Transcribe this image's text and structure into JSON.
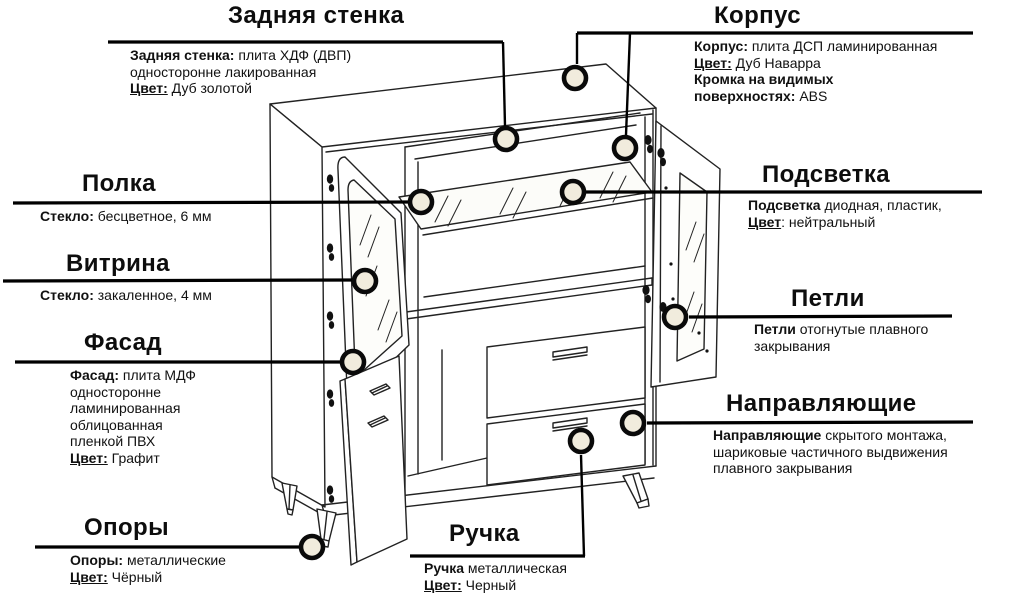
{
  "colors": {
    "background": "#ffffff",
    "line": "#222222",
    "leader": "#000000",
    "callout_fill": "#f1ecdd",
    "hinge": "#111111"
  },
  "labels": [
    {
      "id": "back-wall",
      "title": "Задняя стенка",
      "desc": [
        [
          {
            "t": "Задняя стенка:",
            "b": 1
          },
          {
            "t": " плита ХДФ (ДВП)"
          }
        ],
        [
          {
            "t": "односторонне лакированная"
          }
        ],
        [
          {
            "t": "Цвет:",
            "b": 1,
            "u": 1
          },
          {
            "t": "  Дуб золотой"
          }
        ]
      ]
    },
    {
      "id": "body",
      "title": "Корпус",
      "desc": [
        [
          {
            "t": "Корпус:",
            "b": 1
          },
          {
            "t": " плита ДСП ламинированная"
          }
        ],
        [
          {
            "t": "Цвет:",
            "b": 1,
            "u": 1
          },
          {
            "t": " Дуб Наварра"
          }
        ],
        [
          {
            "t": "Кромка на видимых",
            "b": 1
          }
        ],
        [
          {
            "t": "поверхностях:",
            "b": 1
          },
          {
            "t": " ABS"
          }
        ]
      ]
    },
    {
      "id": "shelf",
      "title": "Полка",
      "desc": [
        [
          {
            "t": "Стекло:",
            "b": 1
          },
          {
            "t": " бесцветное, 6 мм"
          }
        ]
      ]
    },
    {
      "id": "lighting",
      "title": "Подсветка",
      "desc": [
        [
          {
            "t": "Подсветка",
            "b": 1
          },
          {
            "t": " диодная, пластик,"
          }
        ],
        [
          {
            "t": "Цвет",
            "b": 1,
            "u": 1
          },
          {
            "t": ": нейтральный"
          }
        ]
      ]
    },
    {
      "id": "vitrine",
      "title": "Витрина",
      "desc": [
        [
          {
            "t": "Стекло:",
            "b": 1
          },
          {
            "t": " закаленное, 4 мм"
          }
        ]
      ]
    },
    {
      "id": "hinges",
      "title": "Петли",
      "desc": [
        [
          {
            "t": "Петли",
            "b": 1
          },
          {
            "t": "  отогнутые плавного"
          }
        ],
        [
          {
            "t": "закрывания"
          }
        ]
      ]
    },
    {
      "id": "facade",
      "title": "Фасад",
      "desc": [
        [
          {
            "t": "Фасад:",
            "b": 1
          },
          {
            "t": " плита МДФ"
          }
        ],
        [
          {
            "t": "односторонне"
          }
        ],
        [
          {
            "t": "ламинированная"
          }
        ],
        [
          {
            "t": "облицованная"
          }
        ],
        [
          {
            "t": "пленкой ПВХ"
          }
        ],
        [
          {
            "t": "Цвет:",
            "b": 1,
            "u": 1
          },
          {
            "t": "  Графит"
          }
        ]
      ]
    },
    {
      "id": "slides",
      "title": "Направляющие",
      "desc": [
        [
          {
            "t": "Направляющие",
            "b": 1
          },
          {
            "t": "  скрытого монтажа,"
          }
        ],
        [
          {
            "t": "шариковые частичного выдвижения"
          }
        ],
        [
          {
            "t": "плавного закрывания"
          }
        ]
      ]
    },
    {
      "id": "supports",
      "title": "Опоры",
      "desc": [
        [
          {
            "t": "Опоры:",
            "b": 1
          },
          {
            "t": " металлические"
          }
        ],
        [
          {
            "t": "Цвет:",
            "b": 1,
            "u": 1
          },
          {
            "t": "  Чёрный"
          }
        ]
      ]
    },
    {
      "id": "handle",
      "title": "Ручка",
      "desc": [
        [
          {
            "t": "Ручка",
            "b": 1
          },
          {
            "t": " металлическая"
          }
        ],
        [
          {
            "t": "Цвет:",
            "b": 1,
            "u": 1
          },
          {
            "t": " Черный"
          }
        ]
      ]
    }
  ]
}
